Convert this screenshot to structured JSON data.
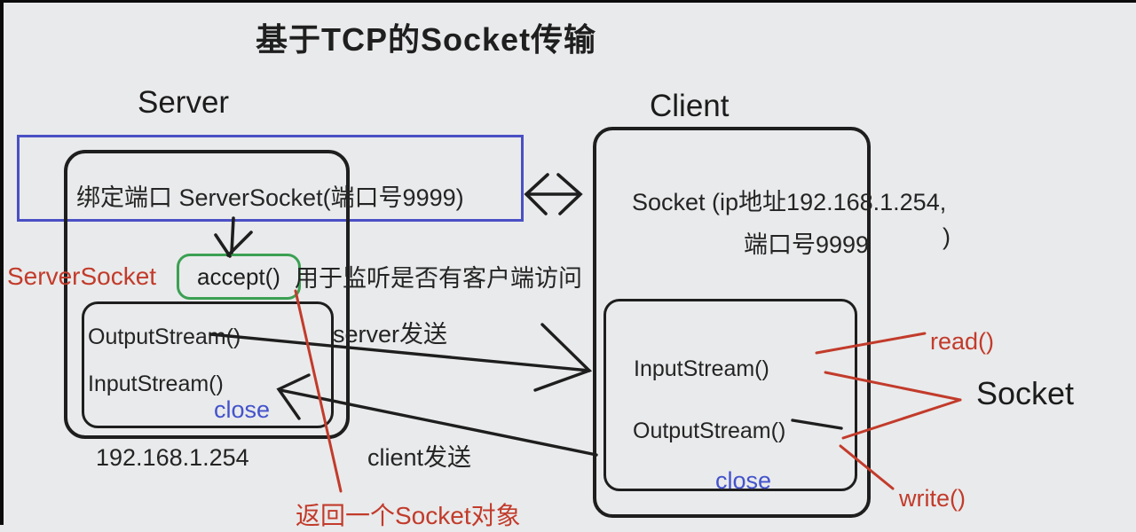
{
  "title": "基于TCP的Socket传输",
  "server": {
    "heading": "Server",
    "bind_text": "绑定端口 ServerSocket(端口号9999)",
    "serversocket_label": "ServerSocket",
    "accept_label": "accept()",
    "accept_note": "用于监听是否有客户端访问",
    "output_stream": "OutputStream()",
    "input_stream": "InputStream()",
    "close_label": "close",
    "ip": "192.168.1.254"
  },
  "client": {
    "heading": "Client",
    "socket_line1": "Socket  (ip地址192.168.1.254,",
    "socket_line2": "端口号9999",
    "socket_line2_paren": ")",
    "input_stream": "InputStream()",
    "output_stream": "OutputStream()",
    "close_label": "close"
  },
  "annotations": {
    "server_send": "server发送",
    "client_send": "client发送",
    "read_label": "read()",
    "write_label": "write()",
    "socket_label": "Socket",
    "return_socket": "返回一个Socket对象"
  },
  "colors": {
    "ink": "#1e1e1e",
    "red": "#c23b2b",
    "blue_border": "#4a50c4",
    "blue_text": "#4353cc",
    "green": "#3ba053",
    "background": "#e9eaeb"
  }
}
